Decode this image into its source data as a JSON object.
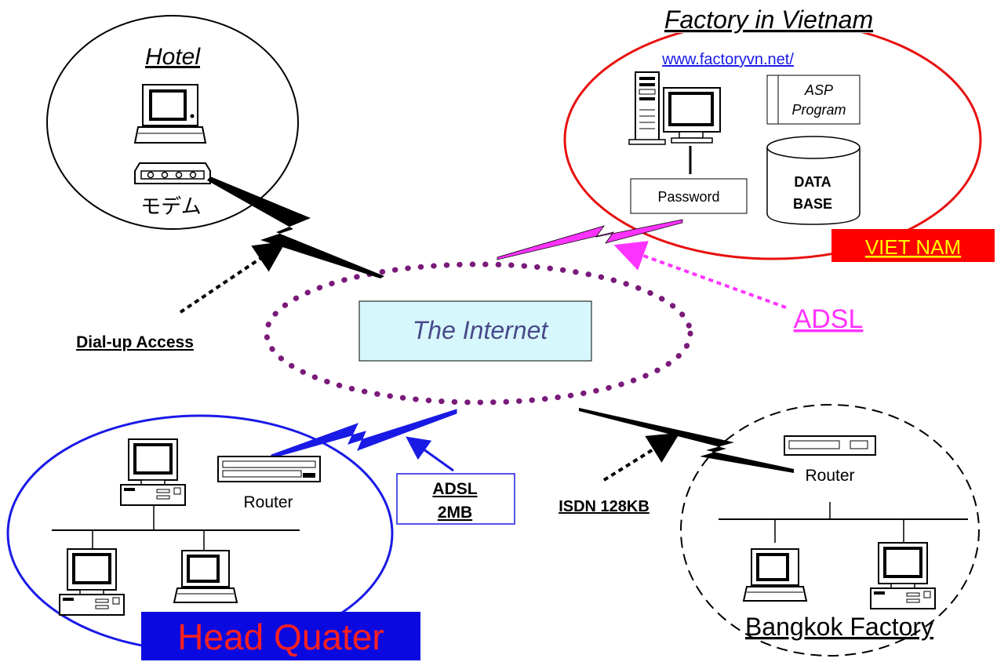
{
  "hotel": {
    "title": "Hotel",
    "modem_label": "モデム"
  },
  "factory_vn": {
    "title": "Factory in Vietnam",
    "url": "www.factoryvn.net/",
    "asp_line1": "ASP",
    "asp_line2": "Program",
    "db_line1": "DATA",
    "db_line2": "BASE",
    "password": "Password",
    "badge": "VIET NAM"
  },
  "internet": {
    "label": "The Internet"
  },
  "links": {
    "dialup": "Dial-up Access",
    "adsl_vn": "ADSL",
    "adsl_hq_line1": "ADSL",
    "adsl_hq_line2": "2MB",
    "isdn": "ISDN 128KB"
  },
  "head_quarter": {
    "router": "Router",
    "badge": "Head Quater"
  },
  "bangkok": {
    "router": "Router",
    "title": "Bangkok Factory"
  },
  "colors": {
    "hq_circle": "#1a1ae6",
    "vn_circle": "#e81010",
    "internet_dots": "#7a1a7a",
    "adsl_magenta": "#ff33ff",
    "internet_box": "#d6f7fb",
    "hq_badge_bg": "#0a0ae0",
    "badge_text": "#ff2020",
    "vn_badge_bg": "#ff0000",
    "vn_badge_text": "#ffff00"
  },
  "icons": [
    "laptop-icon",
    "modem-icon",
    "server-icon",
    "monitor-icon",
    "database-icon",
    "router-icon",
    "desktop-pc-icon"
  ]
}
